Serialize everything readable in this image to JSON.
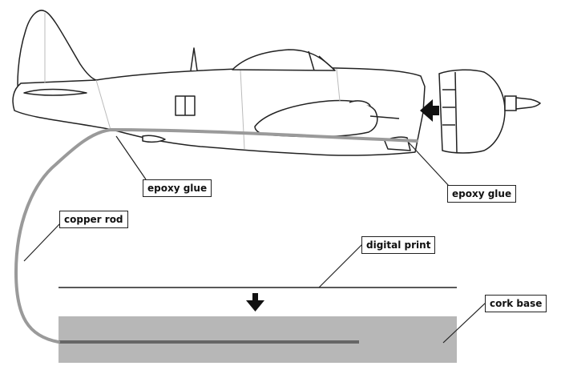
{
  "labels": {
    "epoxy_glue_left": "epoxy glue",
    "epoxy_glue_right": "epoxy glue",
    "copper_rod": "copper rod",
    "digital_print": "digital print",
    "cork_base": "cork base"
  },
  "colors": {
    "outline": "#222222",
    "rod": "#9a9a9a",
    "cork": "#b7b7b7",
    "rod_in_base": "#666666"
  },
  "icons": {
    "assembly_arrow_left": "arrow-left-icon",
    "assembly_arrow_down": "arrow-down-icon"
  }
}
